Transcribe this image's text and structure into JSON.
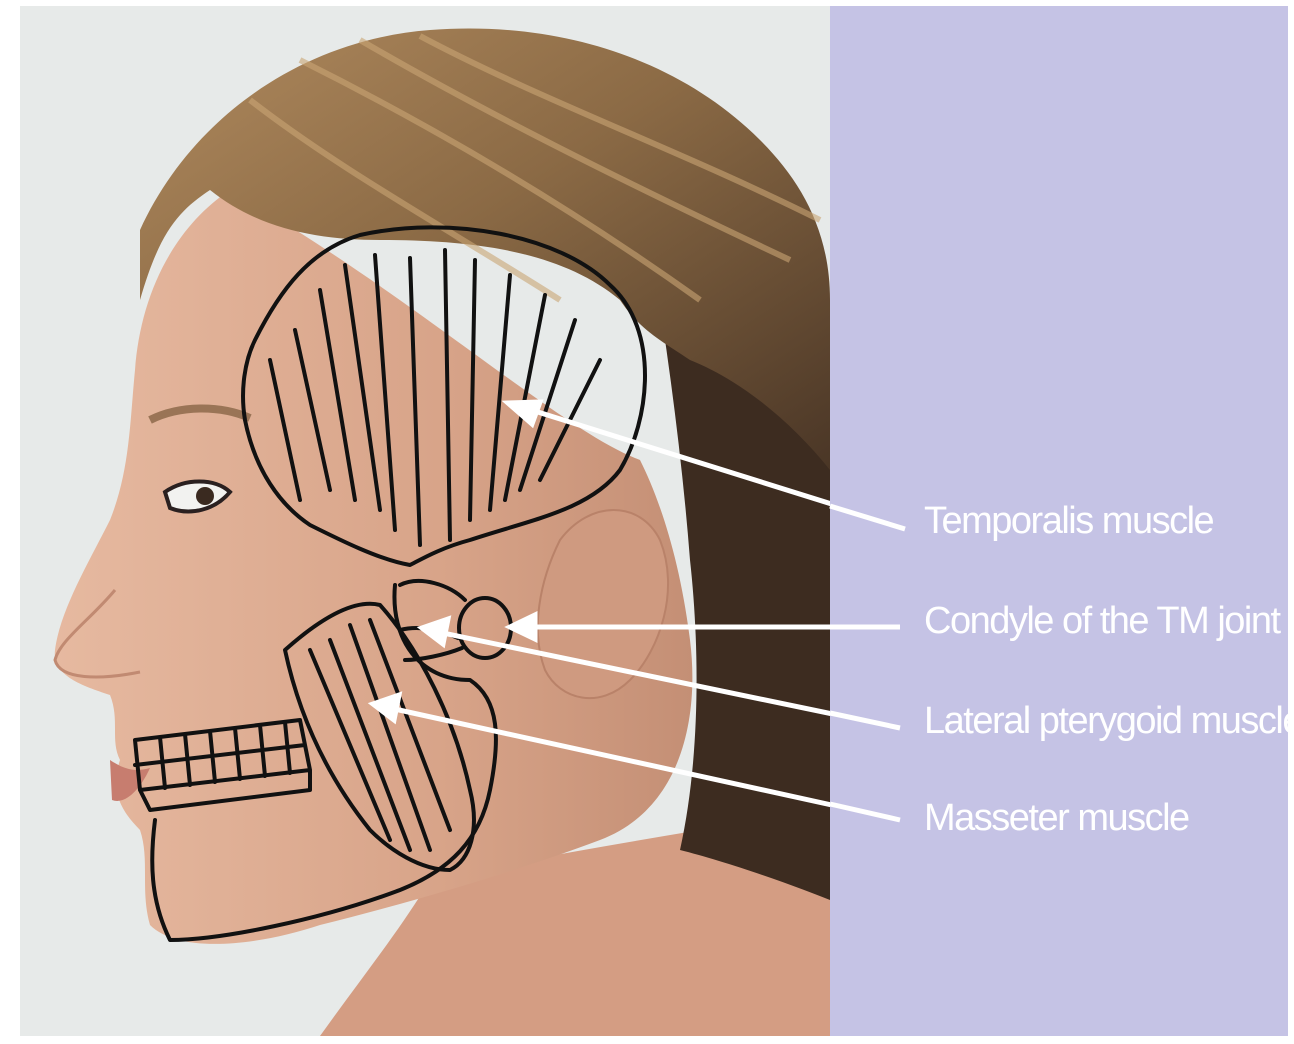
{
  "labels": {
    "temporalis": "Temporalis muscle",
    "condyle": "Condyle of the TM joint",
    "lateral_pterygoid": "Lateral pterygoid muscle",
    "masseter": "Masseter muscle"
  },
  "colors": {
    "panel_background": "#c5c3e5",
    "photo_background": "#e7eae9",
    "label_text": "#ffffff",
    "arrow": "#ffffff",
    "outline": "#111111",
    "skin": "#d9a88f",
    "hair": "#8a6a44"
  },
  "icons": {
    "arrow": "arrow-left-icon"
  }
}
